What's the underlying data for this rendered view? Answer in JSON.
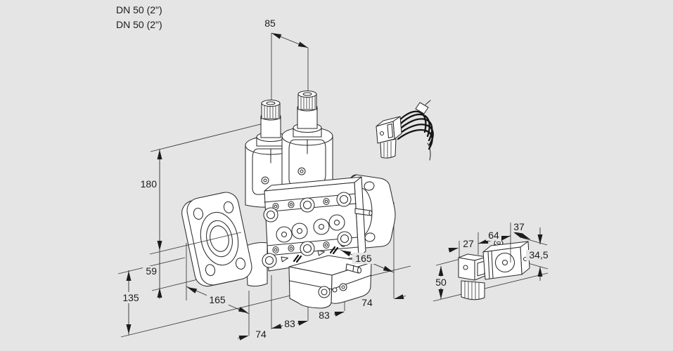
{
  "drawing": {
    "product_labels": {
      "line1": "DN 50 (2\")",
      "line2": "DN 50 (2\")"
    },
    "dimensions_mm": {
      "actuator_pitch": "85",
      "height_top": "180",
      "height_center_to_body_bottom": "59",
      "height_body_bottom_to_base": "135",
      "flange_od_left": "165",
      "offset_flange_to_valve1": "74",
      "valve1_pitch": "83",
      "valve2_pitch": "83",
      "offset_to_flange_right": "74",
      "flange_od_right": "165"
    },
    "pressure_switch_dimensions_mm": {
      "connector_width": "27",
      "body_width": "64",
      "body_depth": "37",
      "body_height": "34,5",
      "overall_height": "50"
    },
    "colors": {
      "background": "#e5e5e6",
      "line": "#2b2b2b"
    }
  }
}
